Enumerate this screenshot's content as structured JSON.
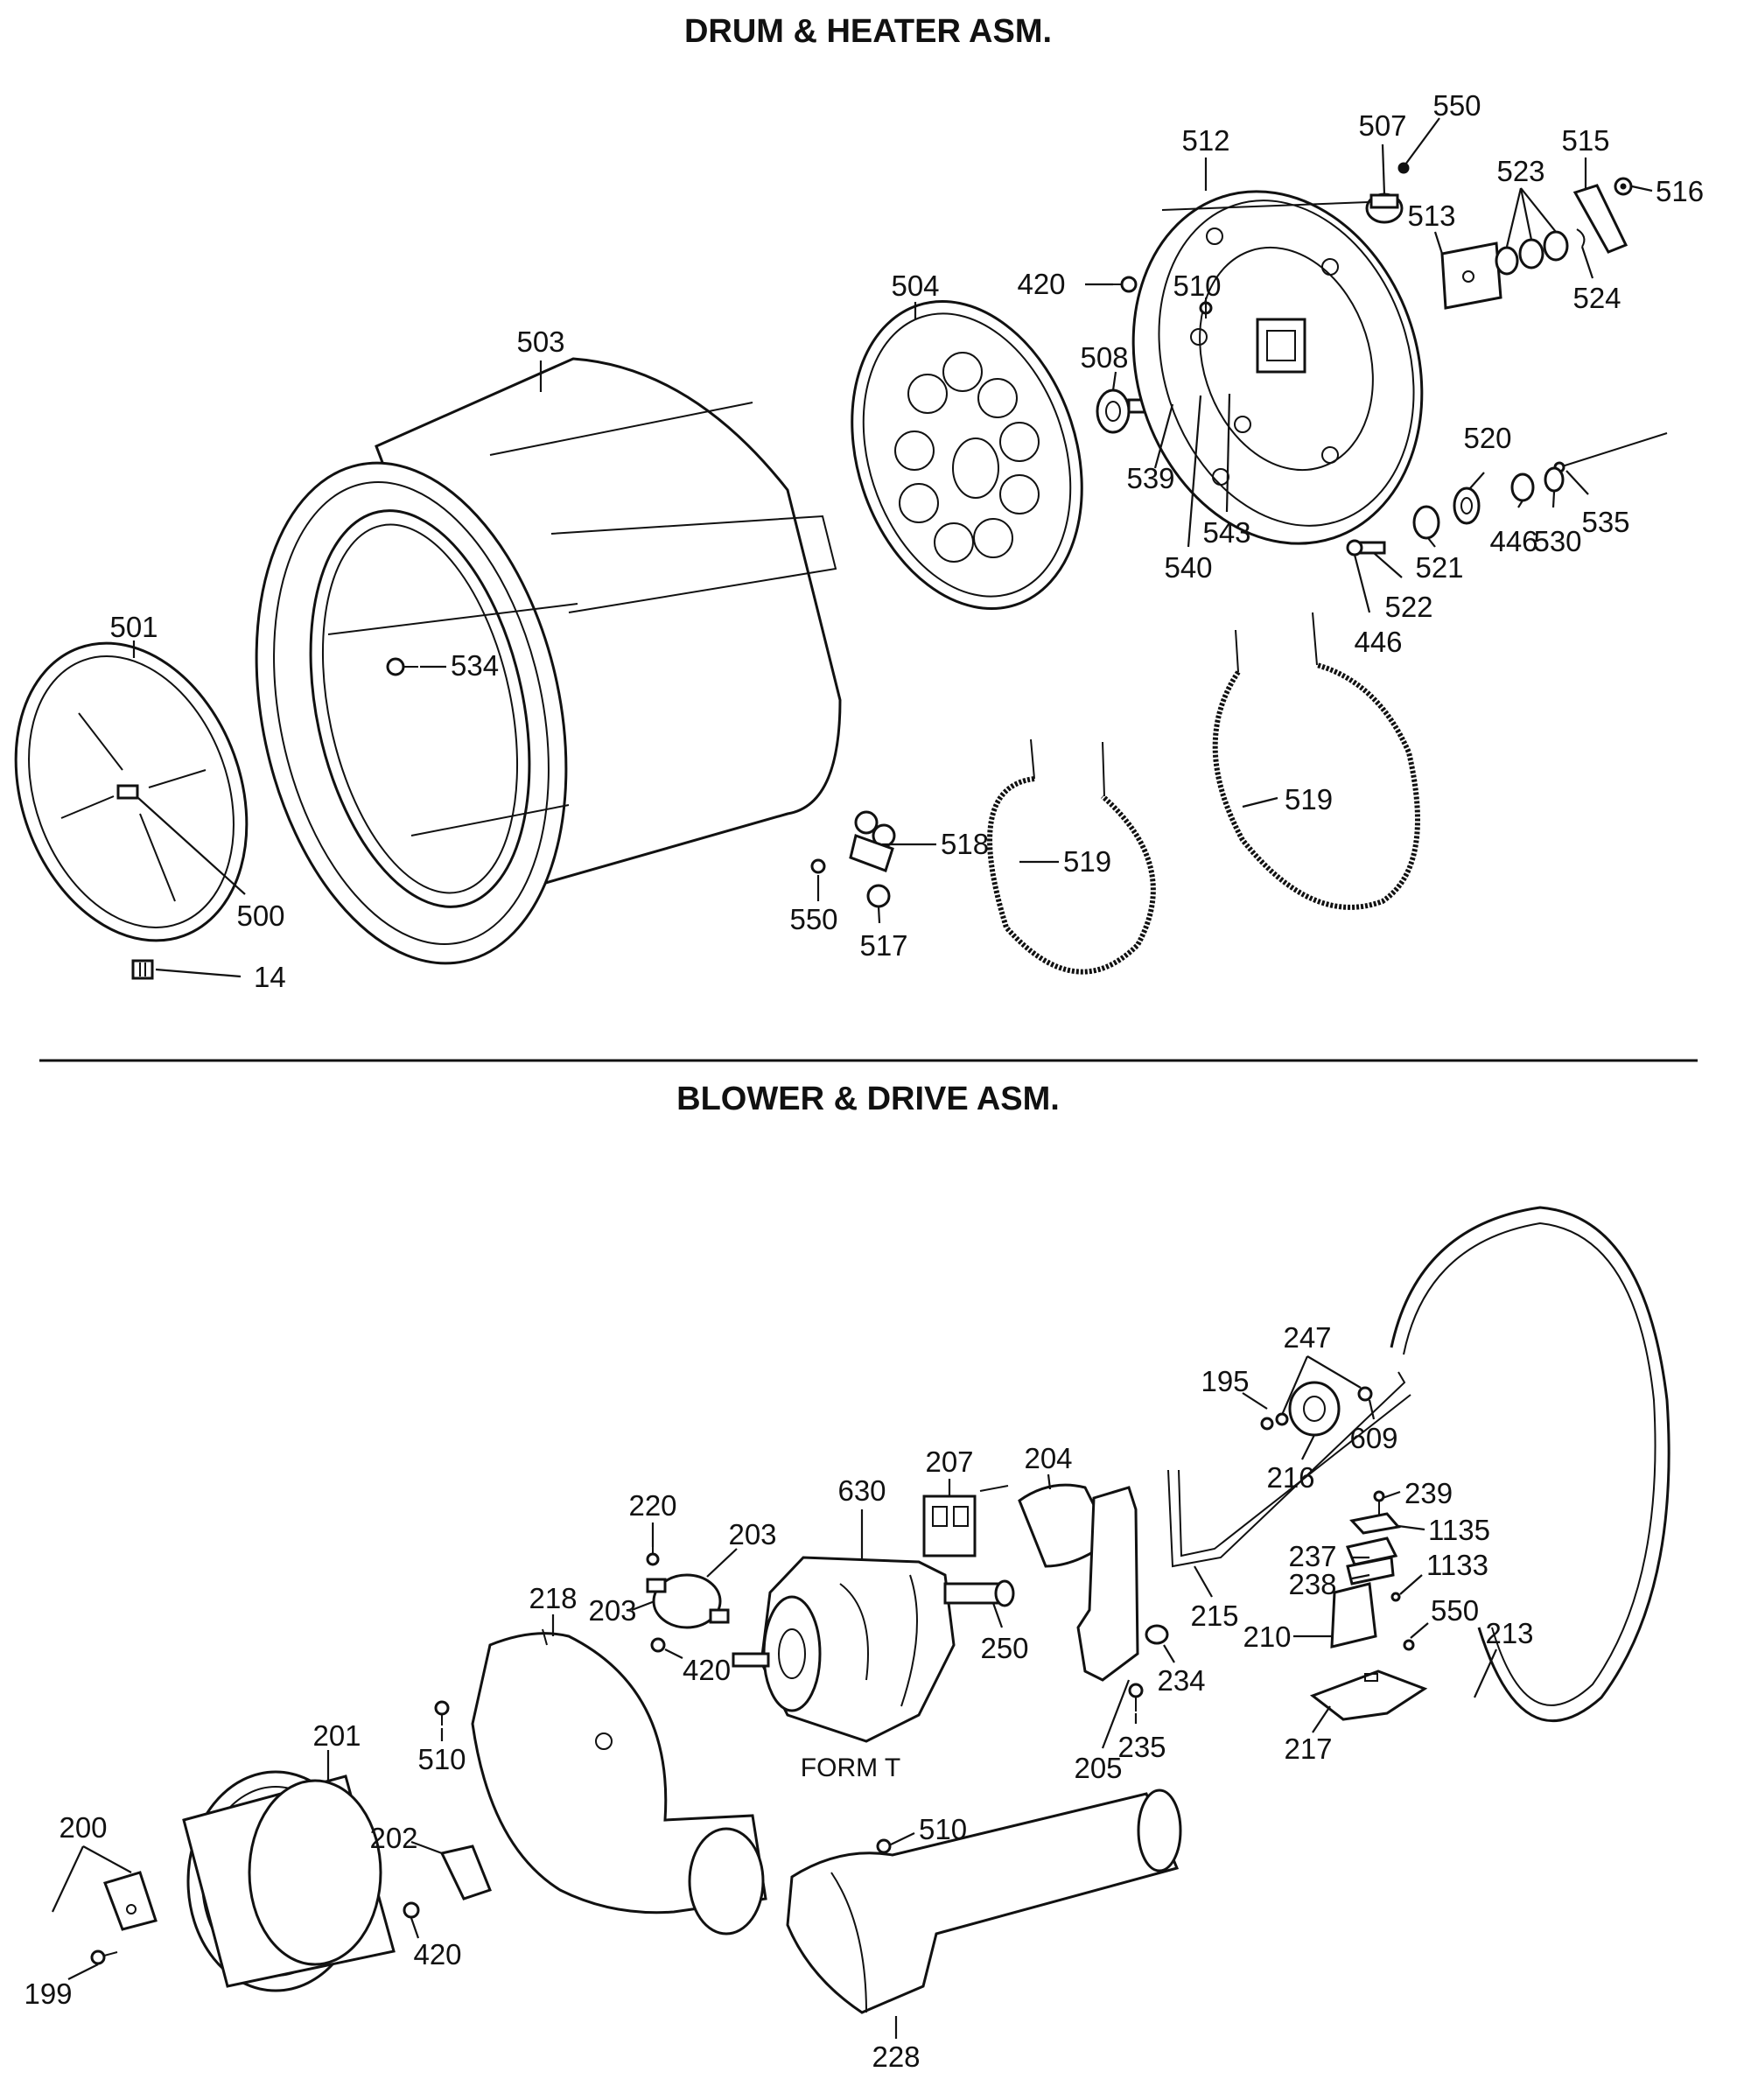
{
  "headings": {
    "drum_heater": "DRUM & HEATER ASM.",
    "blower_drive": "BLOWER & DRIVE ASM."
  },
  "callouts": {
    "p501": "501",
    "p500": "500",
    "p14": "14",
    "p503": "503",
    "p534": "534",
    "p504": "504",
    "p508": "508",
    "p539": "539",
    "p540": "540",
    "p543": "543",
    "p510a": "510",
    "p420a": "420",
    "p512": "512",
    "p507": "507",
    "p550a": "550",
    "p513": "513",
    "p523": "523",
    "p515": "515",
    "p516": "516",
    "p524": "524",
    "p520": "520",
    "p446a": "446",
    "p530": "530",
    "p535": "535",
    "p521": "521",
    "p522": "522",
    "p446b": "446",
    "p519a": "519",
    "p519b": "519",
    "p518": "518",
    "p550b": "550",
    "p517": "517",
    "p247": "247",
    "p195": "195",
    "p609": "609",
    "p216": "216",
    "p239": "239",
    "p1135": "1135",
    "p237": "237",
    "p238": "238",
    "p1133": "1133",
    "p550c": "550",
    "p210": "210",
    "p213": "213",
    "p217": "217",
    "p215": "215",
    "p207": "207",
    "p204": "204",
    "p630": "630",
    "p220": "220",
    "p203a": "203",
    "p203b": "203",
    "p420b": "420",
    "p250": "250",
    "p234": "234",
    "p205": "205",
    "p235": "235",
    "p218": "218",
    "p510b": "510",
    "p201": "201",
    "p200": "200",
    "p202": "202",
    "p199": "199",
    "p420c": "420",
    "p510c": "510",
    "p228": "228",
    "form_t": "FORM T"
  }
}
